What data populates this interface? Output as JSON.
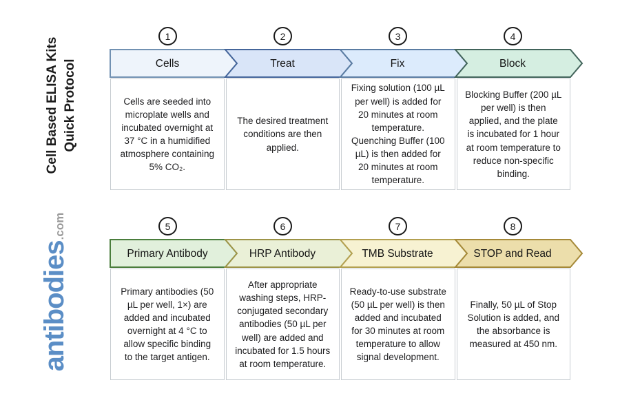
{
  "sidebar": {
    "title_line1": "Cell Based ELISA Kits",
    "title_line2": "Quick Protocol",
    "logo": "antibodies",
    "logo_suffix": ".com",
    "logo_color": "#5b8ec6",
    "logo_suffix_color": "#9b9b9b"
  },
  "steps": [
    {
      "number": "1",
      "label": "Cells",
      "fill": "#eef4fb",
      "border": "#7191b2",
      "description": "Cells are seeded into microplate wells and incubated overnight at 37 °C in a humidified atmosphere containing 5% CO₂."
    },
    {
      "number": "2",
      "label": "Treat",
      "fill": "#d9e5f8",
      "border": "#44659a",
      "description": "The desired treatment conditions are then applied."
    },
    {
      "number": "3",
      "label": "Fix",
      "fill": "#dcebfc",
      "border": "#5a7ca2",
      "description": "Fixing solution (100 µL per well) is added for 20 minutes at room temperature. Quenching Buffer (100 µL) is then added for 20 minutes at room temperature."
    },
    {
      "number": "4",
      "label": "Block",
      "fill": "#d5eee1",
      "border": "#41635a",
      "description": "Blocking Buffer (200 µL per well) is then applied, and the plate is incubated for 1 hour at room temperature to reduce non-specific binding."
    },
    {
      "number": "5",
      "label": "Primary Antibody",
      "fill": "#e1f0dc",
      "border": "#4a7d3c",
      "description": "Primary antibodies (50 µL per well, 1×) are added and incubated overnight at 4 °C to allow specific binding to the target antigen."
    },
    {
      "number": "6",
      "label": "HRP Antibody",
      "fill": "#eaf0d7",
      "border": "#9d9447",
      "description": "After appropriate washing steps, HRP-conjugated secondary antibodies (50 µL per well) are added and incubated for 1.5 hours at room temperature."
    },
    {
      "number": "7",
      "label": "TMB Substrate",
      "fill": "#f7f2d2",
      "border": "#b3a050",
      "description": "Ready-to-use substrate (50 µL per well) is then added and incubated for 30 minutes at room temperature to allow signal development."
    },
    {
      "number": "8",
      "label": "STOP and Read",
      "fill": "#ecdeab",
      "border": "#a58938",
      "description": "Finally, 50 µL of Stop Solution is added, and the absorbance is measured at 450 nm."
    }
  ]
}
